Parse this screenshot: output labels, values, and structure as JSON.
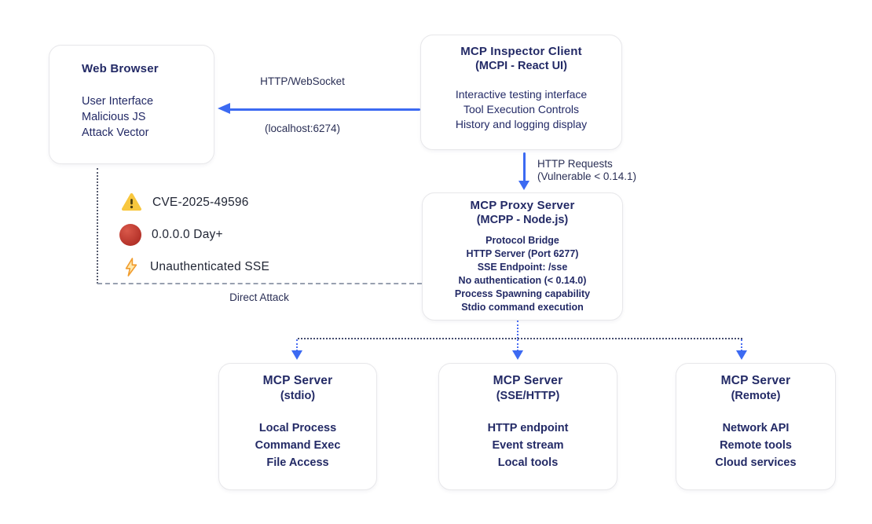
{
  "boxes": {
    "browser": {
      "title": "Web Browser",
      "lines": [
        "User Interface",
        "Malicious JS",
        "Attack Vector"
      ]
    },
    "inspector": {
      "title": "MCP Inspector Client",
      "subtitle": "(MCPI - React UI)",
      "lines": [
        "Interactive testing interface",
        "Tool Execution Controls",
        "History and logging display"
      ]
    },
    "proxy": {
      "title": "MCP Proxy Server",
      "subtitle": "(MCPP - Node.js)",
      "lines": [
        "Protocol Bridge",
        "HTTP Server (Port 6277)",
        "SSE Endpoint: /sse",
        "No authentication (< 0.14.0)",
        "Process Spawning capability",
        "Stdio command execution"
      ]
    },
    "server_stdio": {
      "title": "MCP Server",
      "subtitle": "(stdio)",
      "lines": [
        "Local Process",
        "Command Exec",
        "File Access"
      ]
    },
    "server_sse": {
      "title": "MCP Server",
      "subtitle": "(SSE/HTTP)",
      "lines": [
        "HTTP endpoint",
        "Event stream",
        "Local tools"
      ]
    },
    "server_remote": {
      "title": "MCP Server",
      "subtitle": "(Remote)",
      "lines": [
        "Network API",
        "Remote tools",
        "Cloud services"
      ]
    }
  },
  "edges": {
    "websocket": {
      "label_top": "HTTP/WebSocket",
      "label_bottom": "(localhost:6274)"
    },
    "http_requests": {
      "line1": "HTTP Requests",
      "line2": "(Vulnerable < 0.14.1)"
    },
    "direct_attack": {
      "label": "Direct Attack"
    }
  },
  "warnings": [
    {
      "icon": "warning-triangle-icon",
      "label": "CVE-2025-49596"
    },
    {
      "icon": "red-circle-icon",
      "label": "0.0.0.0 Day+"
    },
    {
      "icon": "lightning-bolt-icon",
      "label": "Unauthenticated SSE"
    }
  ],
  "colors": {
    "arrow_blue": "#3c6af2",
    "text_navy": "#232a66",
    "warning_label": "#1f2433",
    "warning_yellow": "#f8c73e",
    "alert_red": "#b5332a",
    "bolt_orange": "#f19d2f",
    "dash_gray": "#98a0b0",
    "dot_dark_gray": "#565b6e",
    "fan_dot_navy": "#454c6e",
    "box_border": "#e7e7ea"
  }
}
